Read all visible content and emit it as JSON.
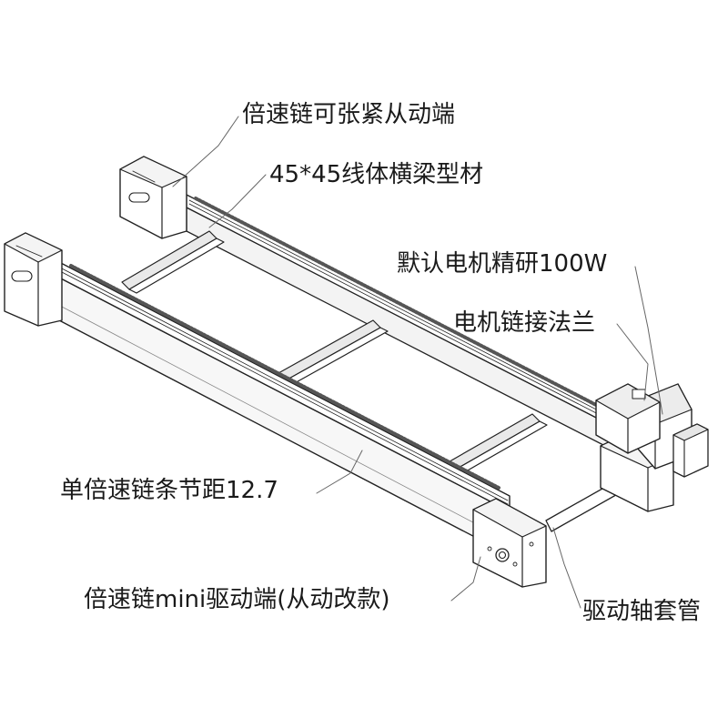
{
  "callouts": {
    "tension_end": "倍速链可张紧从动端",
    "crossbeam": "45*45线体横梁型材",
    "motor": "默认电机精研100W",
    "flange": "电机链接法兰",
    "chain_pitch": "单倍速链条节距12.7",
    "drive_end": "倍速链mini驱动端(从动改款)",
    "shaft_sleeve": "驱动轴套管"
  },
  "colors": {
    "line": "#222222",
    "leader": "#666666",
    "fill": "#ffffff",
    "shade": "#e9e9e9",
    "chain": "#555555"
  }
}
